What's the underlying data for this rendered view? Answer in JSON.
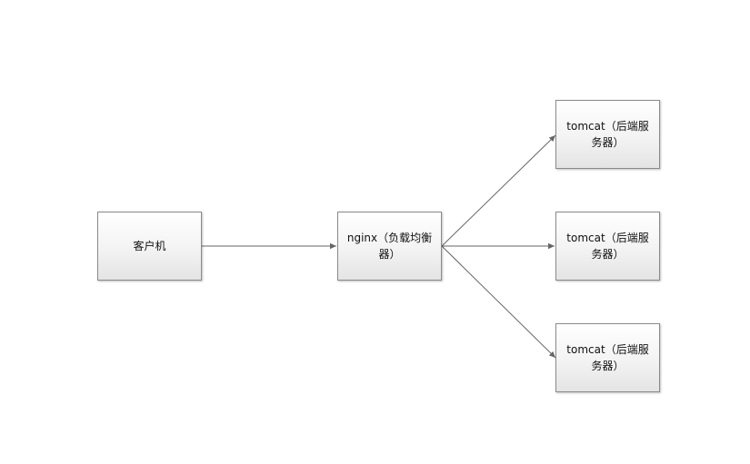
{
  "diagram": {
    "nodes": {
      "client": {
        "label": "客户机"
      },
      "nginx": {
        "label": "nginx（负载均衡\n器）"
      },
      "tomcat_1": {
        "label": "tomcat（后端服\n务器）"
      },
      "tomcat_2": {
        "label": "tomcat（后端服\n务器）"
      },
      "tomcat_3": {
        "label": "tomcat（后端服\n务器）"
      }
    },
    "edges": [
      {
        "from": "client",
        "to": "nginx"
      },
      {
        "from": "nginx",
        "to": "tomcat_1"
      },
      {
        "from": "nginx",
        "to": "tomcat_2"
      },
      {
        "from": "nginx",
        "to": "tomcat_3"
      }
    ],
    "colors": {
      "edge": "#666666",
      "node_border": "#8a8a8a",
      "node_fill_top": "#ffffff",
      "node_fill_bottom": "#e4e4e4"
    }
  }
}
